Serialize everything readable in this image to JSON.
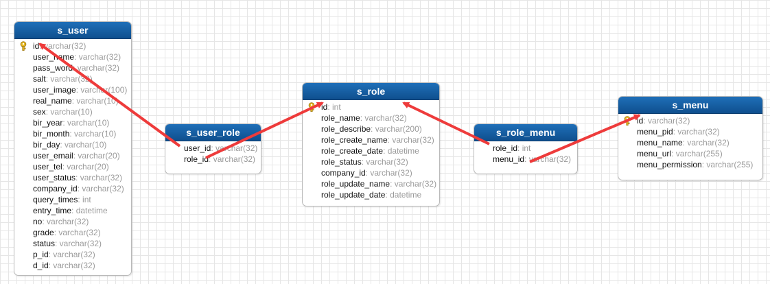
{
  "colors": {
    "header": "#1565a8",
    "arrow": "#ee3b3b",
    "field_name": "#111111",
    "field_type": "#9a9a9a",
    "key": "#e8b923"
  },
  "tables": [
    {
      "id": "s_user",
      "title": "s_user",
      "fields": [
        {
          "name": "id",
          "type": ": varchar(32)",
          "key": true
        },
        {
          "name": "user_name",
          "type": ": varchar(32)"
        },
        {
          "name": "pass_word",
          "type": ": varchar(32)"
        },
        {
          "name": "salt",
          "type": ": varchar(32)"
        },
        {
          "name": "user_image",
          "type": ": varchar(100)"
        },
        {
          "name": "real_name",
          "type": ": varchar(10)"
        },
        {
          "name": "sex",
          "type": ": varchar(10)"
        },
        {
          "name": "bir_year",
          "type": ": varchar(10)"
        },
        {
          "name": "bir_month",
          "type": ": varchar(10)"
        },
        {
          "name": "bir_day",
          "type": ": varchar(10)"
        },
        {
          "name": "user_email",
          "type": ": varchar(20)"
        },
        {
          "name": "user_tel",
          "type": ": varchar(20)"
        },
        {
          "name": "user_status",
          "type": ": varchar(32)"
        },
        {
          "name": "company_id",
          "type": ": varchar(32)"
        },
        {
          "name": "query_times",
          "type": ": int"
        },
        {
          "name": "entry_time",
          "type": ": datetime"
        },
        {
          "name": "no",
          "type": ": varchar(32)"
        },
        {
          "name": "grade",
          "type": ": varchar(32)"
        },
        {
          "name": "status",
          "type": ": varchar(32)"
        },
        {
          "name": "p_id",
          "type": ": varchar(32)"
        },
        {
          "name": "d_id",
          "type": ": varchar(32)"
        }
      ]
    },
    {
      "id": "s_user_role",
      "title": "s_user_role",
      "fields": [
        {
          "name": "user_id",
          "type": ": varchar(32)"
        },
        {
          "name": "role_id",
          "type": ": varchar(32)"
        }
      ]
    },
    {
      "id": "s_role",
      "title": "s_role",
      "fields": [
        {
          "name": "id",
          "type": ": int",
          "key": true
        },
        {
          "name": "role_name",
          "type": ": varchar(32)"
        },
        {
          "name": "role_describe",
          "type": ": varchar(200)"
        },
        {
          "name": "role_create_name",
          "type": ": varchar(32)"
        },
        {
          "name": "role_create_date",
          "type": ": datetime"
        },
        {
          "name": "role_status",
          "type": ": varchar(32)"
        },
        {
          "name": "company_id",
          "type": ": varchar(32)"
        },
        {
          "name": "role_update_name",
          "type": ": varchar(32)"
        },
        {
          "name": "role_update_date",
          "type": ": datetime"
        }
      ]
    },
    {
      "id": "s_role_menu",
      "title": "s_role_menu",
      "fields": [
        {
          "name": "role_id",
          "type": ": int"
        },
        {
          "name": "menu_id",
          "type": ": varchar(32)"
        }
      ]
    },
    {
      "id": "s_menu",
      "title": "s_menu",
      "fields": [
        {
          "name": "id",
          "type": ": varchar(32)",
          "key": true
        },
        {
          "name": "menu_pid",
          "type": ": varchar(32)"
        },
        {
          "name": "menu_name",
          "type": ": varchar(32)"
        },
        {
          "name": "menu_url",
          "type": ": varchar(255)"
        },
        {
          "name": "menu_permission",
          "type": ": varchar(255)"
        }
      ]
    }
  ],
  "relations": [
    {
      "from": "s_user_role.user_id",
      "to": "s_user.id"
    },
    {
      "from": "s_user_role.role_id",
      "to": "s_role.id"
    },
    {
      "from": "s_role_menu.role_id",
      "to": "s_role.id"
    },
    {
      "from": "s_role_menu.menu_id",
      "to": "s_menu.id"
    }
  ]
}
